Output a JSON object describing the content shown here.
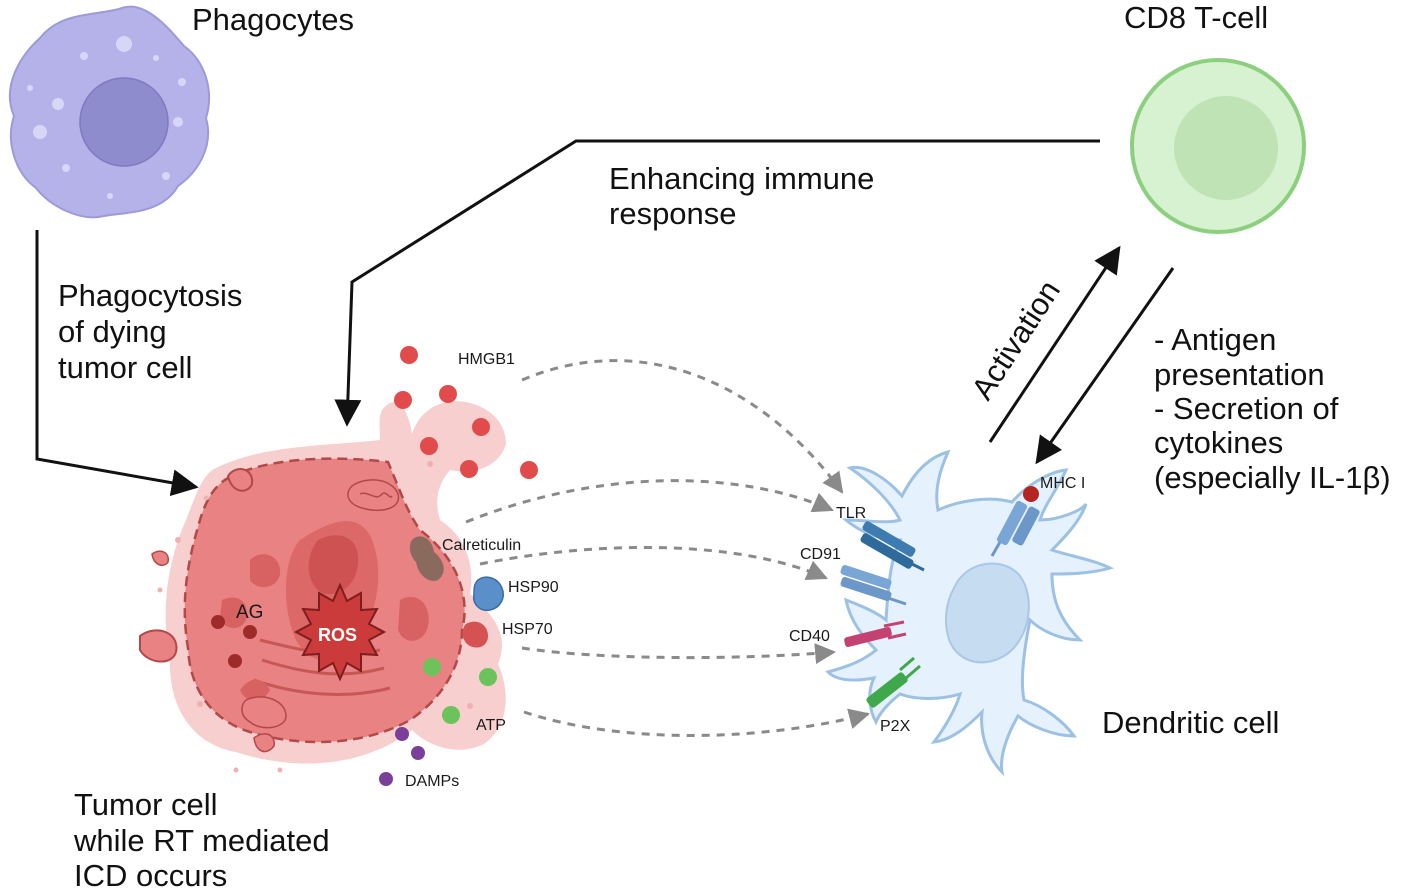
{
  "cells": {
    "phagocytes": "Phagocytes",
    "cd8": "CD8 T-cell",
    "dendritic": "Dendritic cell",
    "tumor": [
      "Tumor cell",
      "while RT mediated",
      "ICD occurs"
    ]
  },
  "processes": {
    "enhancing": [
      "Enhancing immune",
      "response"
    ],
    "phagocytosis": [
      "Phagocytosis",
      "of dying",
      "tumor cell"
    ],
    "activation": "Activation",
    "antigen": [
      "- Antigen",
      "presentation",
      "- Secretion of",
      "cytokines",
      "(especially IL-1β)"
    ]
  },
  "molecules": {
    "hmgb1": "HMGB1",
    "calreticulin": "Calreticulin",
    "hsp90": "HSP90",
    "hsp70": "HSP70",
    "atp": "ATP",
    "damps": "DAMPs",
    "ros": "ROS",
    "ag": "AG"
  },
  "receptors": {
    "tlr": "TLR",
    "cd91": "CD91",
    "cd40": "CD40",
    "p2x": "P2X",
    "mhc": "MHC I"
  },
  "colors": {
    "phagocyte": "#b4b2e8",
    "phagocyte_nucleus": "#8f8cce",
    "tcell": "#d7f2d0",
    "tcell_nucleus": "#bfe3b4",
    "tcell_border": "#8cd07f",
    "tumor": "#e98282",
    "tumor_light": "#f8cfcf",
    "tumor_dark": "#b34848",
    "dendritic": "#e5f1fc",
    "dendritic_border": "#9cc1e3",
    "hmgb1": "#e24b4b",
    "atp": "#6cc25b",
    "damps": "#7a3f98",
    "tlr": "#3d7bb0",
    "cd91": "#7aa6d6",
    "cd40": "#c44272",
    "p2x": "#3fa84a"
  }
}
